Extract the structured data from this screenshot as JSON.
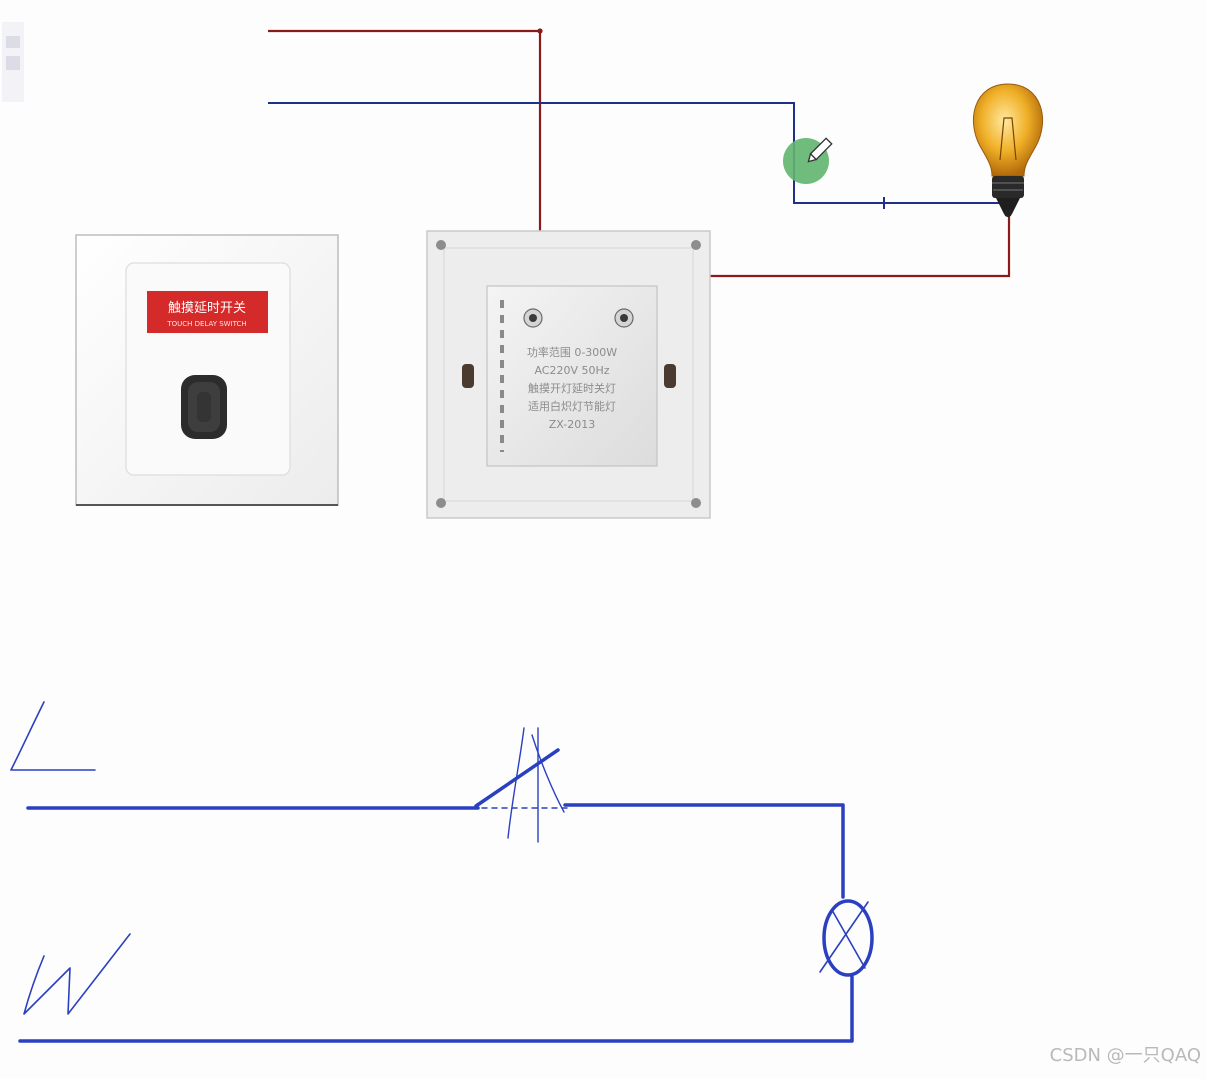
{
  "front_panel": {
    "label_cn": "触摸延时开关",
    "label_en": "TOUCH DELAY SWITCH"
  },
  "back_module": {
    "lines": [
      "功率范围 0-300W",
      "AC220V 50Hz",
      "触摸开灯延时关灯",
      "适用白炽灯节能灯",
      "ZX-2013"
    ]
  },
  "schematic": {
    "live_label": "L",
    "neutral_label": "N"
  },
  "watermark": "CSDN @一只QAQ",
  "colors": {
    "live_wire": "#8b1a1a",
    "neutral_wire": "#1f2f8a",
    "schematic_stroke": "#2b40c0",
    "red_tag": "#d42a2a",
    "cursor": "#5fb56e"
  }
}
